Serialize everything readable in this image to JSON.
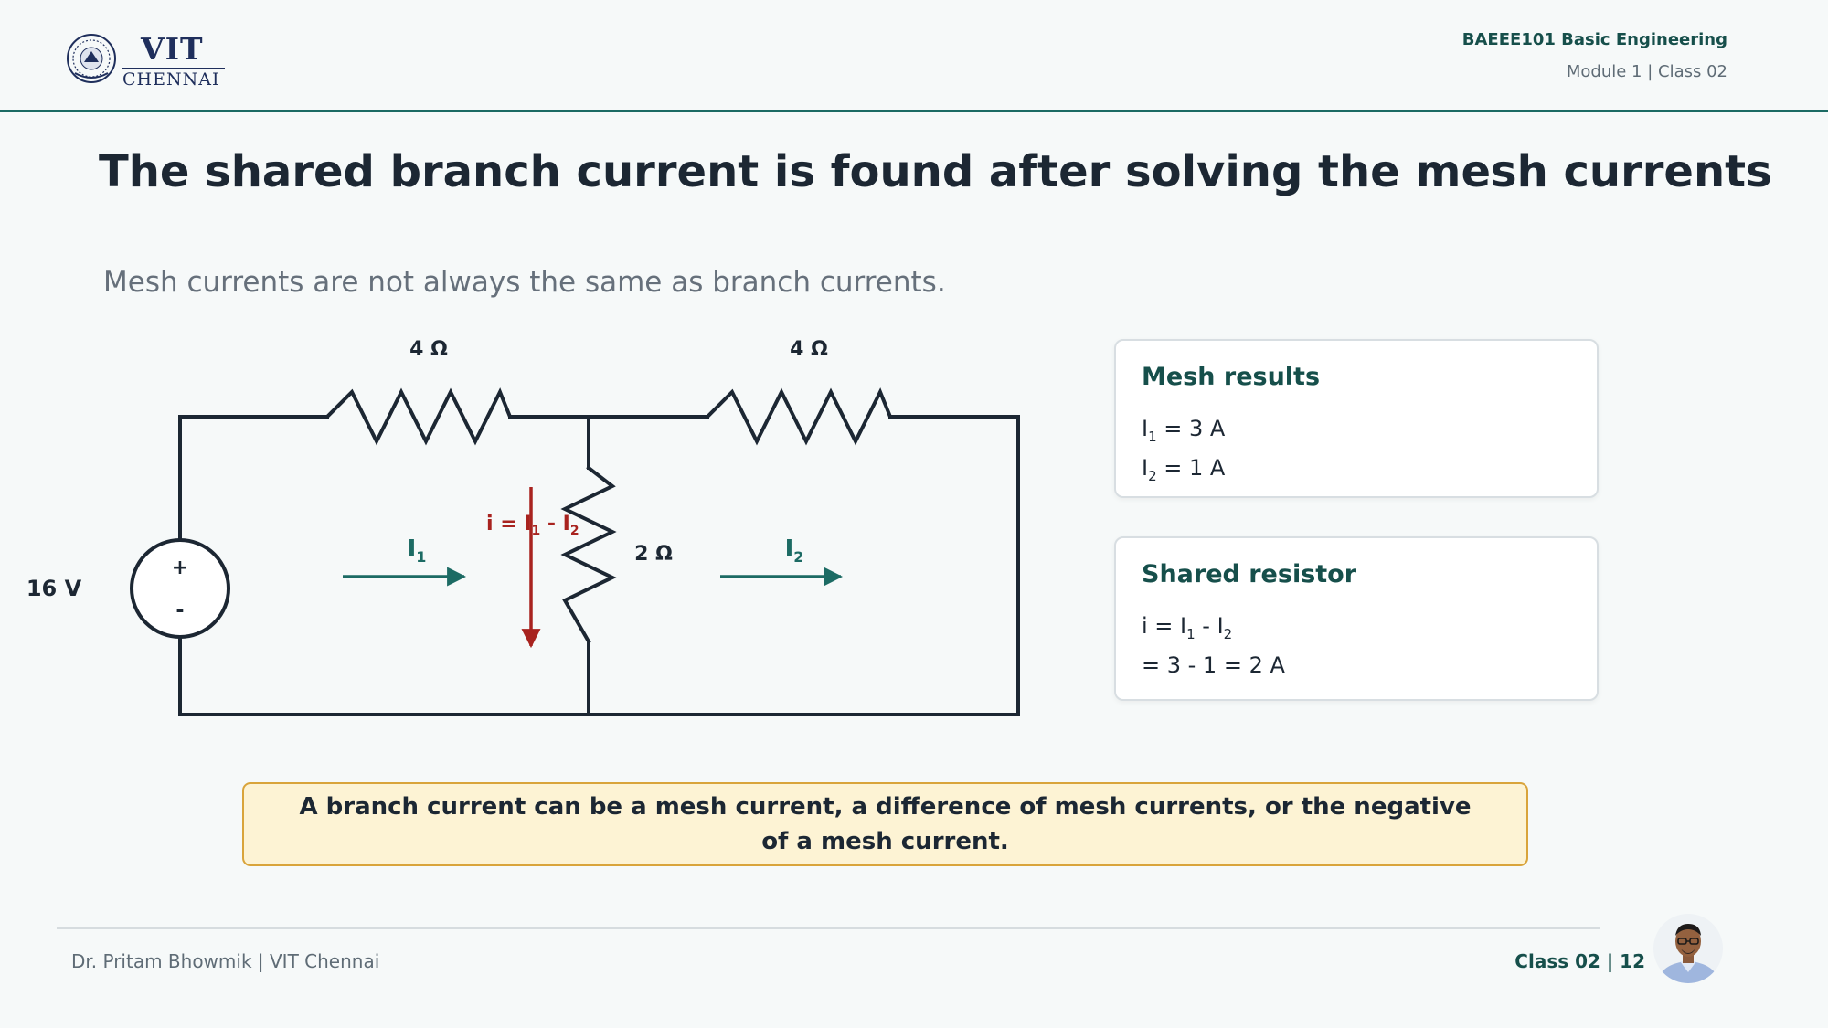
{
  "header": {
    "logo_text": "VIT",
    "logo_subtext": "CHENNAI",
    "course": "BAEEE101 Basic Engineering",
    "module": "Module 1 | Class 02"
  },
  "slide": {
    "title": "The shared branch current is found after solving the mesh currents",
    "subtitle": "Mesh currents are not always the same as branch currents."
  },
  "circuit": {
    "r_top_left": "4 Ω",
    "r_top_right": "4 Ω",
    "r_middle": "2 Ω",
    "source": "16 V",
    "source_plus": "+",
    "source_minus": "-",
    "mesh1_sym": "I",
    "mesh1_sub": "1",
    "mesh2_sym": "I",
    "mesh2_sub": "2",
    "branch_label_prefix": "i = I",
    "branch_sub1": "1",
    "branch_minus": " - I",
    "branch_sub2": "2",
    "wire_color": "#1c2733",
    "mesh_arrow_color": "#1c6b64",
    "branch_arrow_color": "#a8231f"
  },
  "cards": {
    "mesh_results": {
      "title": "Mesh results",
      "l1_sym": "I",
      "l1_sub": "1",
      "l1_rest": " = 3 A",
      "l2_sym": "I",
      "l2_sub": "2",
      "l2_rest": " = 1 A"
    },
    "shared_resistor": {
      "title": "Shared resistor",
      "l1_a": "i = I",
      "l1_sub1": "1",
      "l1_b": " - I",
      "l1_sub2": "2",
      "l2": "= 3 - 1 = 2 A"
    }
  },
  "callout": "A branch current can be a mesh current, a difference of mesh currents, or the negative of a mesh current.",
  "footer": {
    "author": "Dr. Pritam Bhowmik | VIT Chennai",
    "page": "Class 02 | 12"
  }
}
